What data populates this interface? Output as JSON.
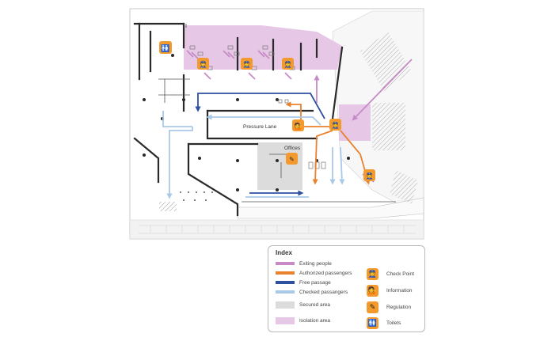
{
  "labels": {
    "pressure_lane": "Pressure Lane",
    "offices": "Offices"
  },
  "legend": {
    "title": "Index",
    "line_items": [
      {
        "label": "Exiting people",
        "color": "#c68ac6"
      },
      {
        "label": "Authorized passengers",
        "color": "#e8822e"
      },
      {
        "label": "Free passage",
        "color": "#2f4fa0"
      },
      {
        "label": "Checked passangers",
        "color": "#a9c9e8"
      }
    ],
    "area_items": [
      {
        "label": "Secured area",
        "color": "#dcdcdc"
      },
      {
        "label": "Isolation area",
        "color": "#e6c8e6"
      }
    ],
    "icon_items": [
      {
        "label": "Check Point",
        "icon": "officer-desk-icon"
      },
      {
        "label": "Information",
        "icon": "info-desk-icon"
      },
      {
        "label": "Regulation",
        "icon": "stamp-icon"
      },
      {
        "label": "Toilets",
        "icon": "toilets-icon"
      }
    ]
  },
  "colors": {
    "exiting": "#c68ac6",
    "authorized": "#e8822e",
    "free": "#2f4fa0",
    "checked": "#a9c9e8",
    "secured": "#dcdcdc",
    "isolation": "#e6c8e6",
    "icon_bg": "#f29a2e",
    "wall": "#2a2a2a"
  }
}
